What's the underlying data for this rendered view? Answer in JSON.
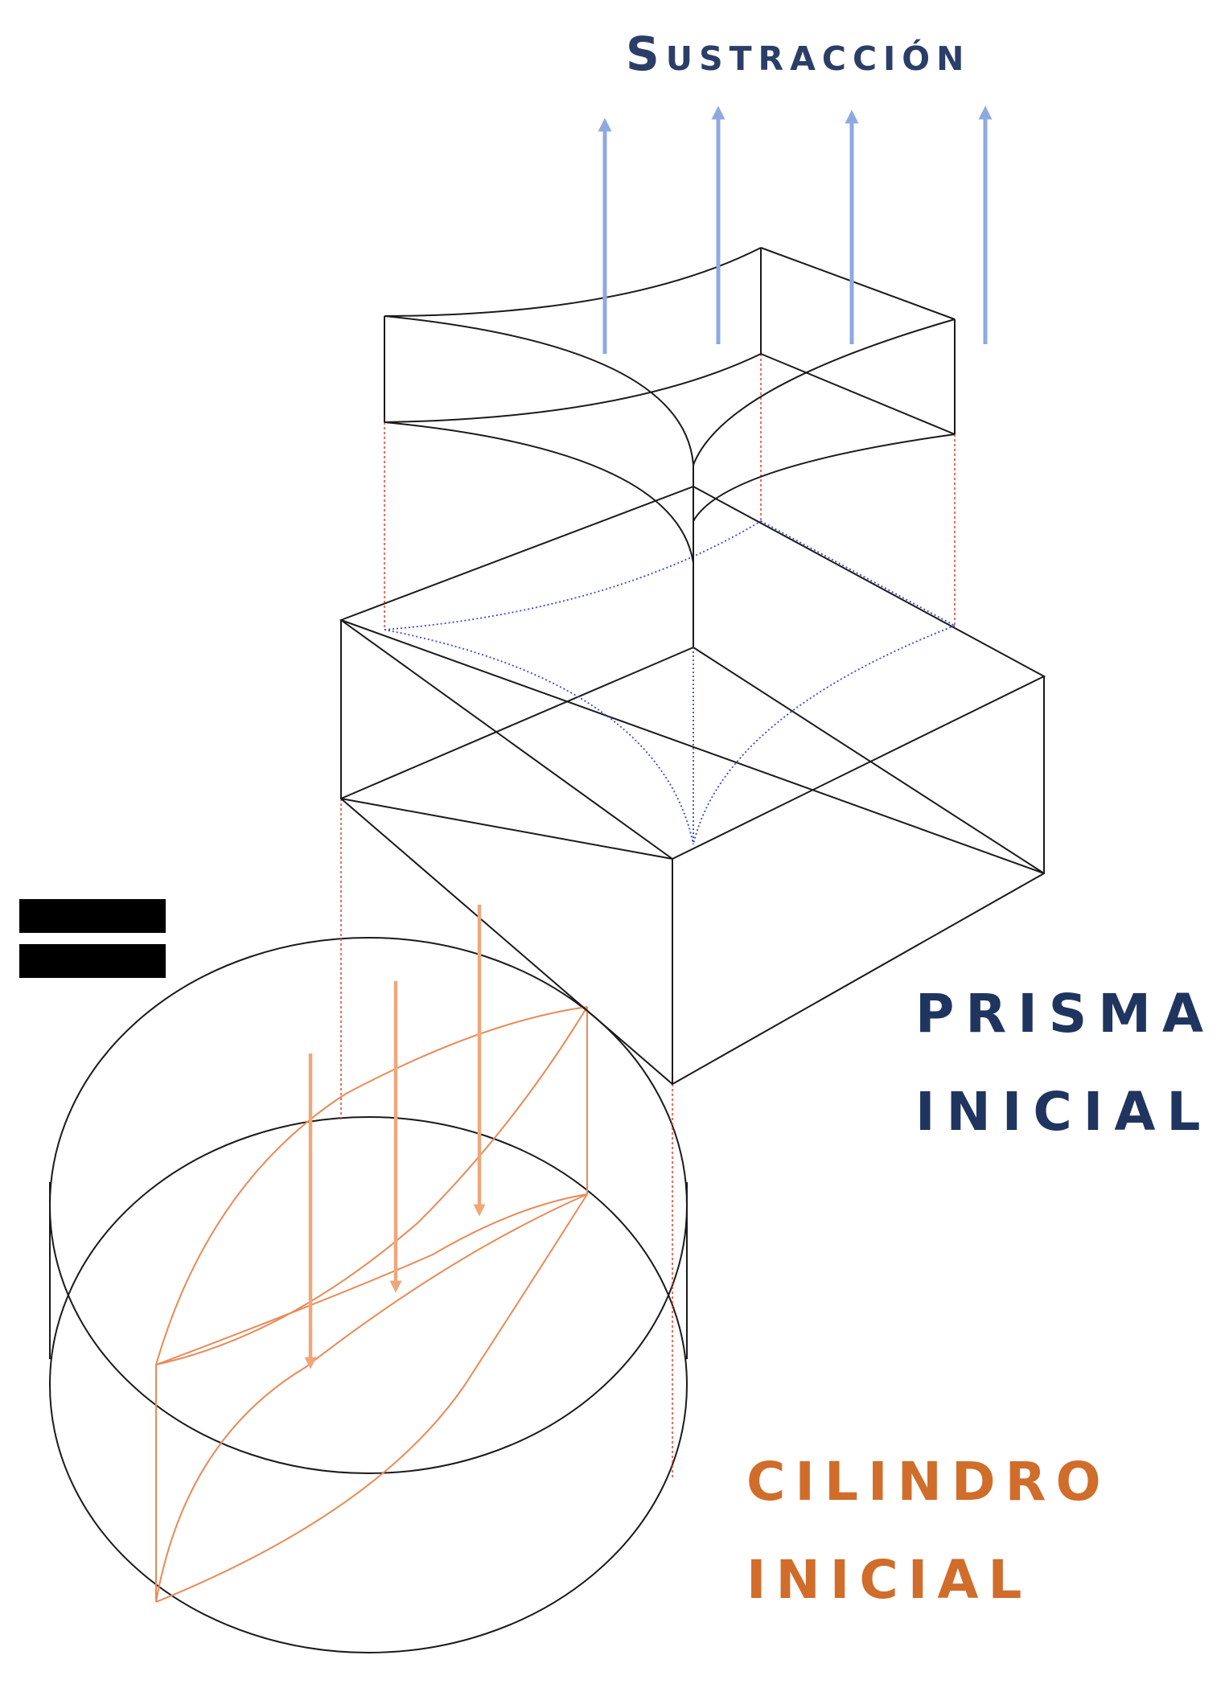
{
  "labels": {
    "subtraction": "Sustracción",
    "prism": [
      "PRISMA",
      "INICIAL"
    ],
    "cylinder": [
      "CILINDRO",
      "INICIAL"
    ]
  },
  "colors": {
    "subtraction": "#2b3e67",
    "prism": "#1f355f",
    "cylinder": "#d06d2b",
    "subtraction_arrows": "#8fa9e0",
    "cylinder_arrows": "#efa77a",
    "outline": "#1a1a1a",
    "projection_red": "#e24a3a",
    "intersection_blue": "#3a47d4",
    "intersection_orange": "#e98a55"
  },
  "icons": {
    "equals_sign": "equals-icon",
    "up_arrow": "up-arrow-icon",
    "down_arrow": "down-arrow-icon"
  }
}
